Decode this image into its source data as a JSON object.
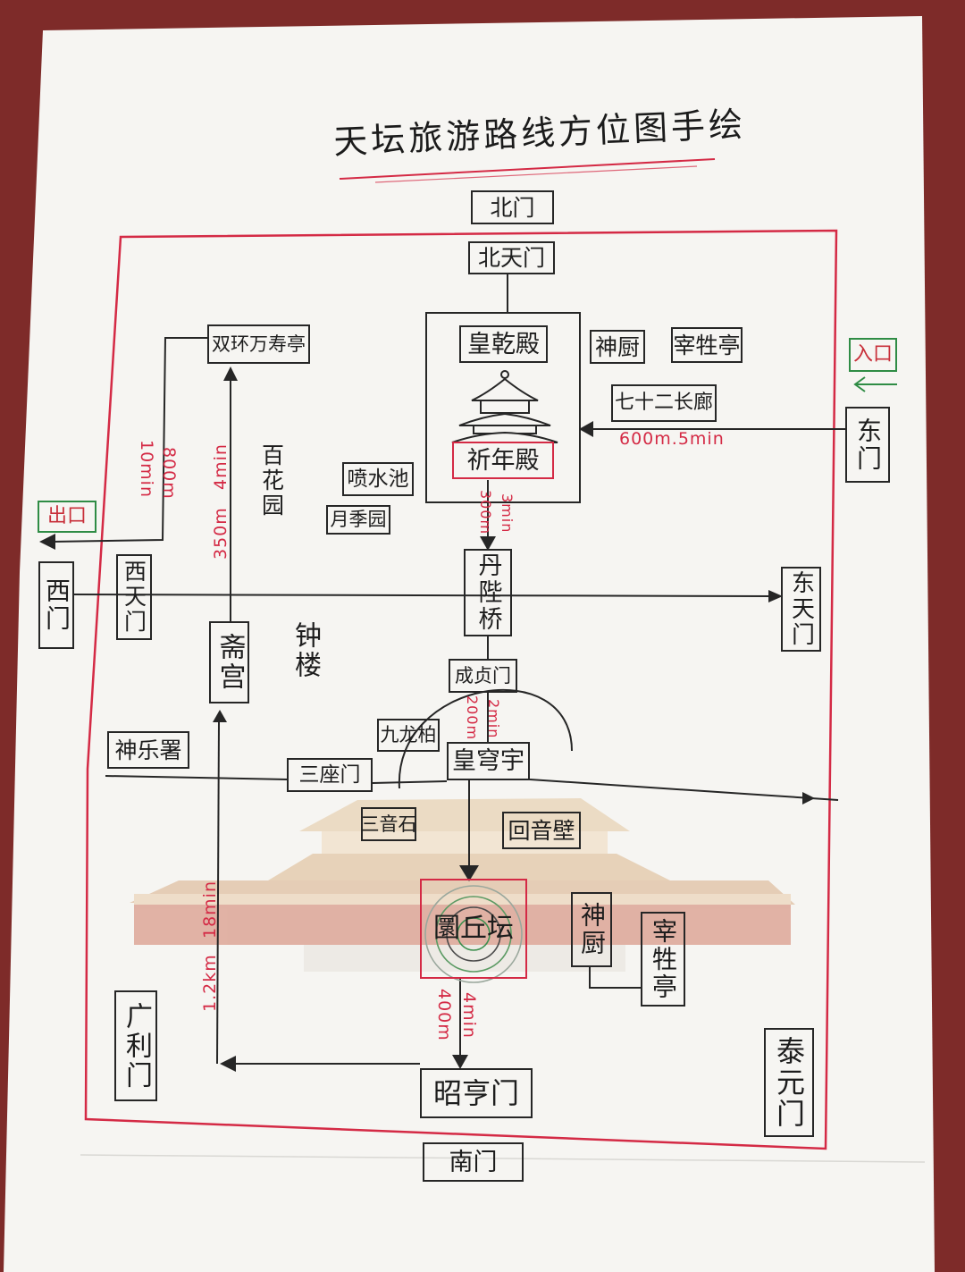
{
  "title": "天坛旅游路线方位图手绘",
  "gates": {
    "north": "北门",
    "north_heaven": "北天门",
    "east": "东门",
    "west": "西门",
    "west_heaven": "西天门",
    "east_heaven": "东天门",
    "south": "南门",
    "zhaoheng": "昭亨门",
    "guangli": "广利门",
    "taiyuan": "泰元门",
    "chengzhen": "成贞门",
    "three_gate": "三座门"
  },
  "buildings": {
    "huangqian": "皇乾殿",
    "shenchu_north": "神厨",
    "zaisheng_north": "宰牲亭",
    "corridor": "七十二长廊",
    "qinian": "祈年殿",
    "shuanghuan": "双环万寿亭",
    "danbi": "丹陛桥",
    "zhaigong": "斋宫",
    "zhonglou": "钟楼",
    "huangqiong": "皇穹宇",
    "shenyue": "神乐署",
    "jiulong": "九龙柏",
    "sanyin": "三音石",
    "huiyin": "回音壁",
    "yuanqiu": "圜丘坛",
    "shenchu_south": "神厨",
    "zaisheng_south": "宰牲亭"
  },
  "gardens": {
    "baihua": "百花园",
    "fountain": "喷水池",
    "yueji": "月季园"
  },
  "markers": {
    "entrance": "入口",
    "exit": "出口"
  },
  "routes": {
    "east_to_qinian": "600m.5min",
    "exit_time": "10min",
    "exit_dist": "800m",
    "zhaigong_time": "4min",
    "zhaigong_dist": "350m",
    "qinian_dist": "300m",
    "qinian_time": "3min",
    "chengzhen_dist": "200m",
    "chengzhen_time": "2min",
    "yuanqiu_dist": "400m",
    "yuanqiu_time": "4min",
    "west_dist": "1.2km",
    "west_time": "18min"
  },
  "colors": {
    "ink": "#262626",
    "route_red": "#d42a45",
    "marker_green": "#2f8c45",
    "paper": "#f6f5f2",
    "table": "#7e2b29"
  }
}
